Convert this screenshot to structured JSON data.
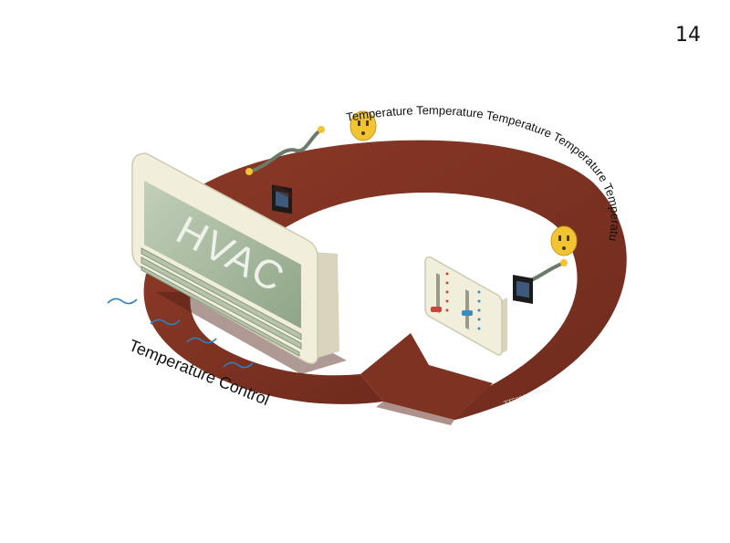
{
  "page_number": "14",
  "hvac_label": "HVAC",
  "arc_text": "Temperature Temperature Temperature Temperature Temperature",
  "caption": "Temperature Control",
  "model_labels": [
    "TT5000",
    "TT800"
  ],
  "colors": {
    "ring": "#7e3222",
    "ring_shadow": "#5e2418",
    "unit_face": "#a4b69b",
    "unit_frame": "#f1efdc",
    "sensor_yellow": "#f2c431",
    "wave_blue": "#2f7fc0"
  }
}
